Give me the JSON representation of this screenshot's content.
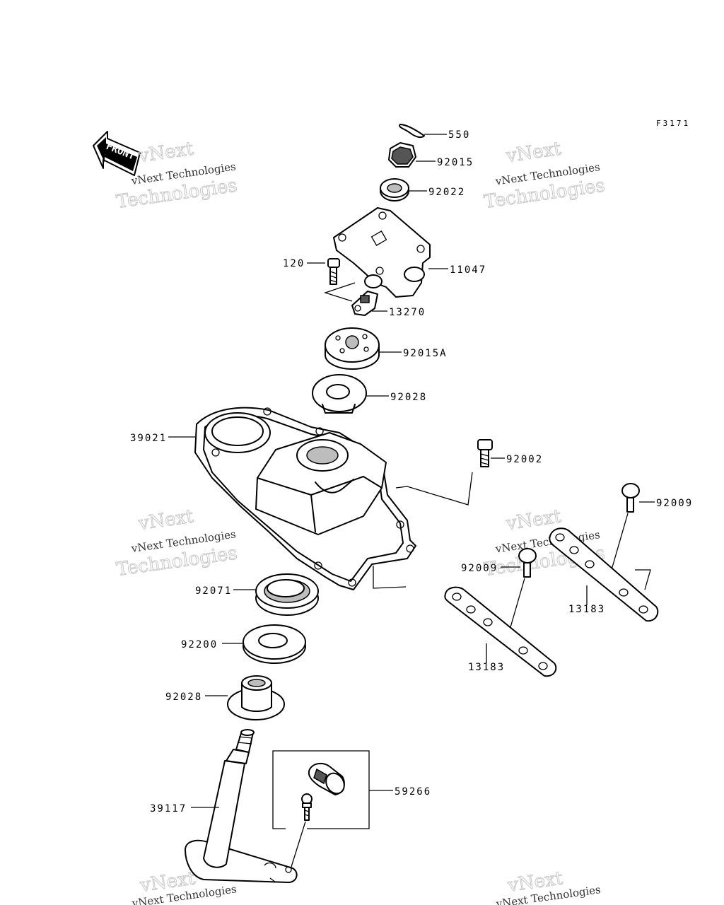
{
  "figure_code": "F3171",
  "front_arrow_text": "FRONT",
  "watermark": {
    "line1": "vNext Technologies",
    "line2": "vNext",
    "line3": "Technologies"
  },
  "part_labels": {
    "p550": "550",
    "p92015": "92015",
    "p92022": "92022",
    "p120": "120",
    "p11047": "11047",
    "p13270": "13270",
    "p92015A": "92015A",
    "p92028_top": "92028",
    "p39021": "39021",
    "p92002": "92002",
    "p92009_right": "92009",
    "p92009_left": "92009",
    "p92071": "92071",
    "p13183_right": "13183",
    "p13183_left": "13183",
    "p92200": "92200",
    "p92028_bottom": "92028",
    "p59266": "59266",
    "p39117": "39117"
  }
}
